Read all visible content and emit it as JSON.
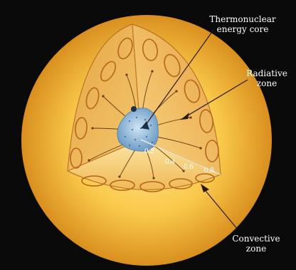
{
  "labels": {
    "core": "Thermonuclear\nenergy core",
    "radiative": "Radiative\nzone",
    "convective": "Convective\nzone"
  },
  "scale": {
    "v02": "0.2",
    "v04": "0.4",
    "v06": "0.6",
    "v08": "0.8"
  },
  "colors": {
    "background": "#0a0a0a",
    "sun_outer": "#e8a82a",
    "sun_inner": "#ffe07a",
    "core": "#8fb8dc",
    "labels": "#ffffff"
  }
}
